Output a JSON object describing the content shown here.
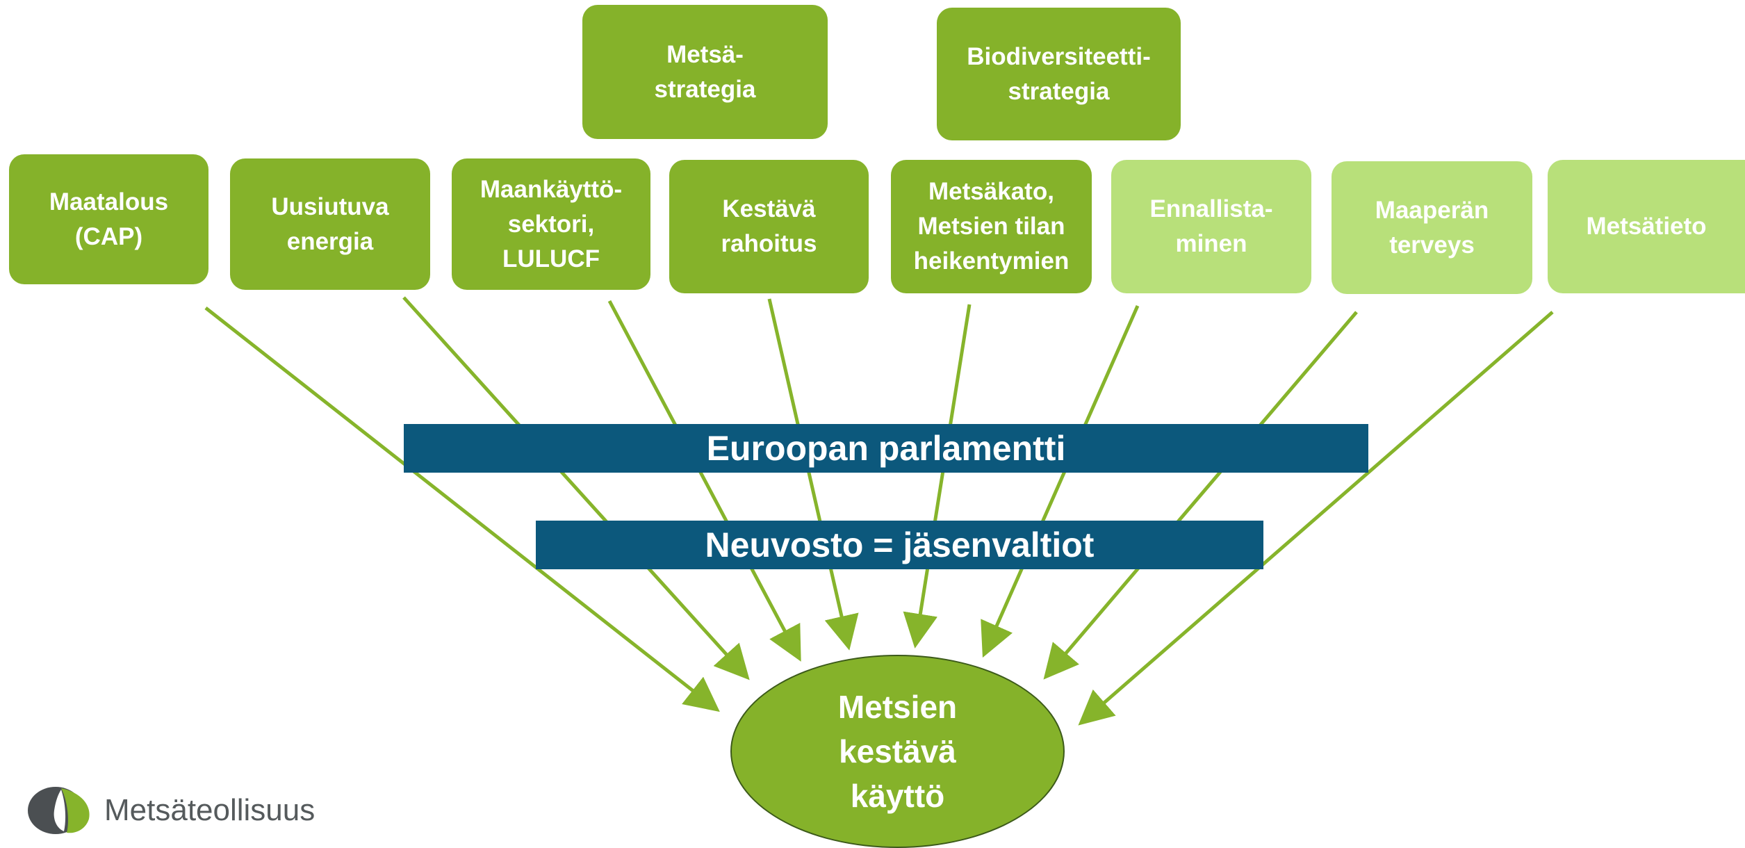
{
  "colors": {
    "box_dark": "#85b22a",
    "box_light": "#b8e07a",
    "bar": "#0c587c",
    "arrow": "#86b42b",
    "logo_dark": "#4b4f52",
    "logo_green": "#86b42b"
  },
  "top_boxes": {
    "metsa": "Metsä-\nstrategia",
    "bio": "Biodiversiteetti-\nstrategia"
  },
  "row_boxes": {
    "maatalous": "Maatalous\n(CAP)",
    "uusiutuva": "Uusiutuva\nenergia",
    "maankaytto": "Maankäyttö-\nsektori,\nLULUCF",
    "kestava": "Kestävä\nrahoitus",
    "metsakato": "Metsäkato,\nMetsien tilan\nheikentymien",
    "ennallista": "Ennallista-\nminen",
    "maaperan": "Maaperän\nterveys",
    "metsatieto": "Metsätieto"
  },
  "bars": {
    "parlamentti": "Euroopan parlamentti",
    "neuvosto": "Neuvosto = jäsenvaltiot"
  },
  "center": "Metsien\nkestävä\nkäyttö",
  "logo": {
    "text": "Metsäteollisuus",
    "icon": "leaf-drop-icon"
  }
}
